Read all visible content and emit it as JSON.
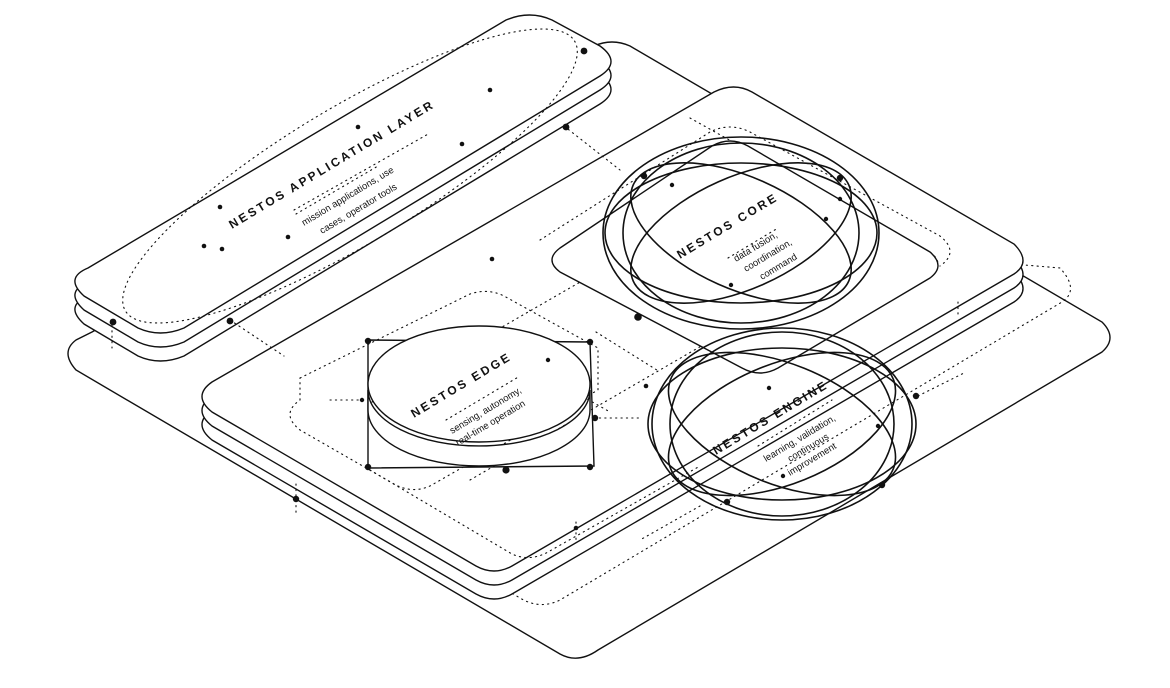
{
  "modules": {
    "application": {
      "title": "NESTOS APPLICATION LAYER",
      "line1": "mission applications, use",
      "line2": "cases, operator tools"
    },
    "core": {
      "title": "NESTOS CORE",
      "line1": "data fusion,",
      "line2": "coordination,",
      "line3": "command"
    },
    "edge": {
      "title": "NESTOS EDGE",
      "line1": "sensing, autonomy,",
      "line2": "real-time operation"
    },
    "engine": {
      "title": "NESTOS ENGINE",
      "line1": "learning, validation,",
      "line2": "continuous",
      "line3": "improvement"
    }
  },
  "colors": {
    "ink": "#111111",
    "paper": "#ffffff"
  }
}
